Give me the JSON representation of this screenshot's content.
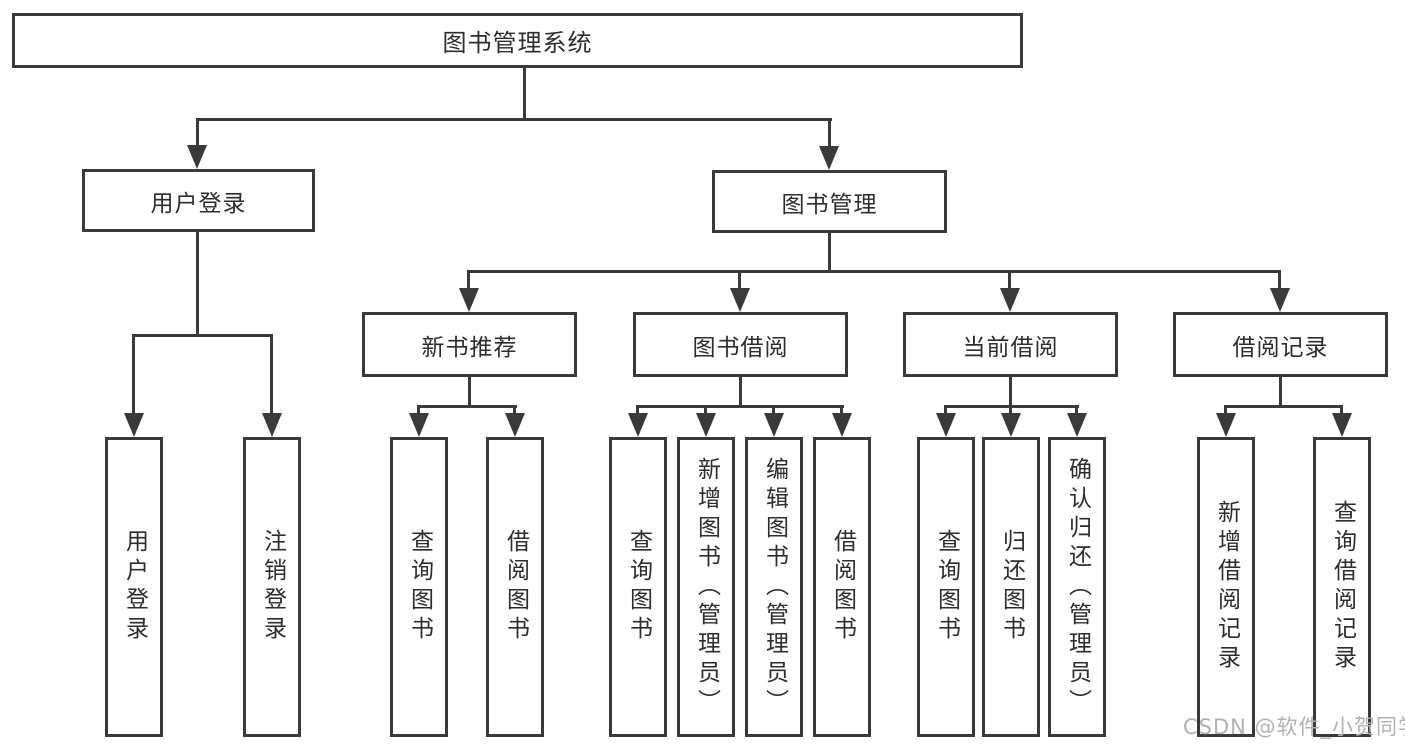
{
  "tree": {
    "root": {
      "label": "图书管理系统"
    },
    "branches": [
      {
        "label": "用户登录",
        "children": [
          {
            "label": "用户登录"
          },
          {
            "label": "注销登录"
          }
        ]
      },
      {
        "label": "图书管理",
        "children": [
          {
            "label": "新书推荐",
            "children": [
              {
                "label": "查询图书"
              },
              {
                "label": "借阅图书"
              }
            ]
          },
          {
            "label": "图书借阅",
            "children": [
              {
                "label": "查询图书"
              },
              {
                "label": "新增图书（管理员）"
              },
              {
                "label": "编辑图书（管理员）"
              },
              {
                "label": "借阅图书"
              }
            ]
          },
          {
            "label": "当前借阅",
            "children": [
              {
                "label": "查询图书"
              },
              {
                "label": "归还图书"
              },
              {
                "label": "确认归还（管理员）"
              }
            ]
          },
          {
            "label": "借阅记录",
            "children": [
              {
                "label": "新增借阅记录"
              },
              {
                "label": "查询借阅记录"
              }
            ]
          }
        ]
      }
    ]
  },
  "watermark": {
    "text": "CSDN @软件_小贺同学"
  },
  "colors": {
    "line": "#3a3a3a",
    "text": "#2d2d2d",
    "watermark": "#b2b2b2",
    "bg": "#ffffff"
  }
}
